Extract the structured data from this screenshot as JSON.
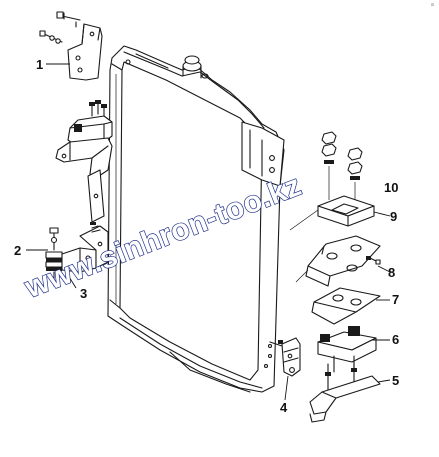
{
  "callouts": [
    {
      "id": "1",
      "label": "1"
    },
    {
      "id": "2",
      "label": "2"
    },
    {
      "id": "3",
      "label": "3"
    },
    {
      "id": "4",
      "label": "4"
    },
    {
      "id": "5",
      "label": "5"
    },
    {
      "id": "6",
      "label": "6"
    },
    {
      "id": "7",
      "label": "7"
    },
    {
      "id": "8",
      "label": "8"
    },
    {
      "id": "9",
      "label": "9"
    },
    {
      "id": "10",
      "label": "10"
    }
  ],
  "watermark": "www.sinhron-too.kz",
  "corner_mark": "a"
}
